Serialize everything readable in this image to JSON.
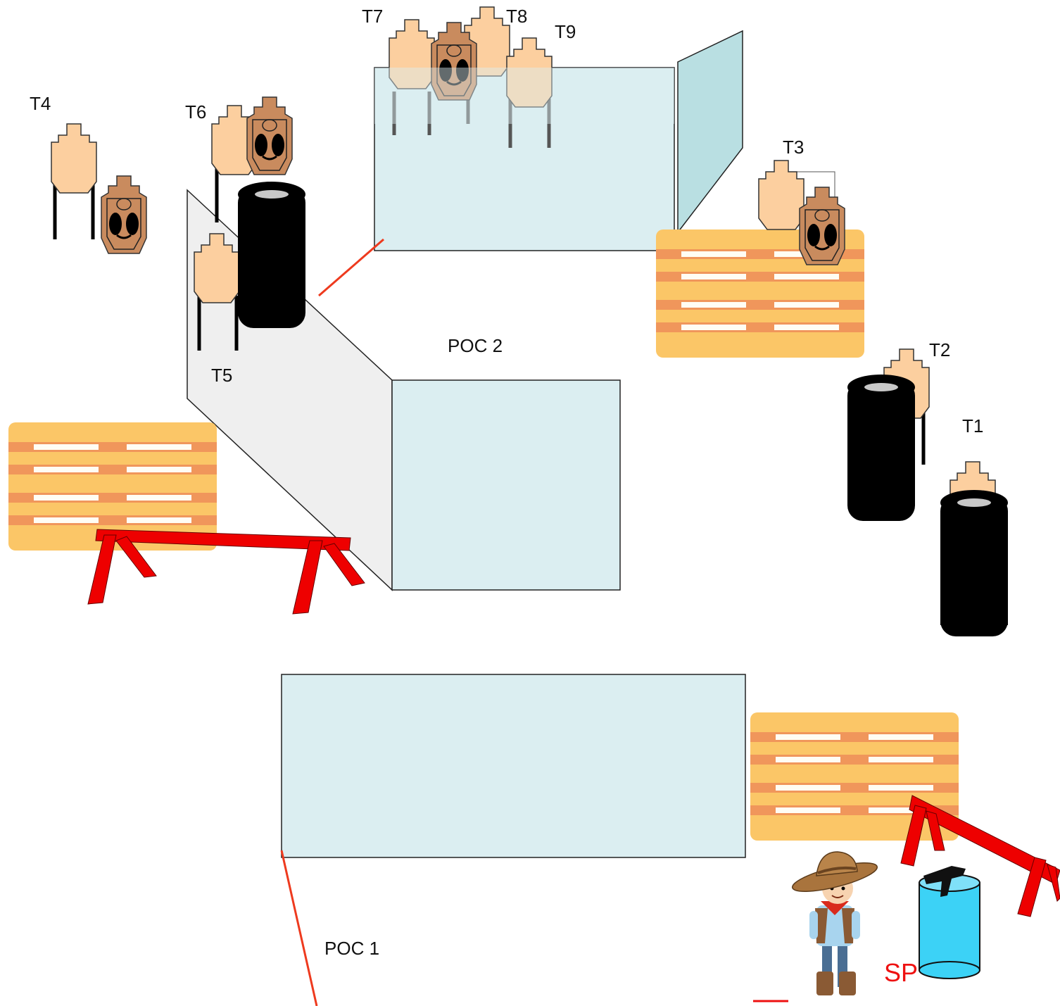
{
  "colors": {
    "wall_fill": "#dbeef1",
    "wall_dark_fill": "#b9dfe2",
    "fault_line": "#ee3a1e",
    "target_light": "#fccf9f",
    "target_tan": "#c98b5e",
    "tire": "#000000",
    "pallet_board": "#fbc667",
    "pallet_stripe": "#f0965b",
    "sawhorse": "#ee0000",
    "barrel": "#3cd2f6",
    "sp_text": "#ee1111"
  },
  "labels": {
    "t1": "T1",
    "t2": "T2",
    "t3": "T3",
    "t4": "T4",
    "t5": "T5",
    "t6": "T6",
    "t7": "T7",
    "t8": "T8",
    "t9": "T9",
    "poc1": "POC 1",
    "poc2": "POC 2",
    "sp": "SP"
  },
  "icons": {
    "shooter": "cowboy-icon",
    "pistol": "pistol-icon"
  }
}
